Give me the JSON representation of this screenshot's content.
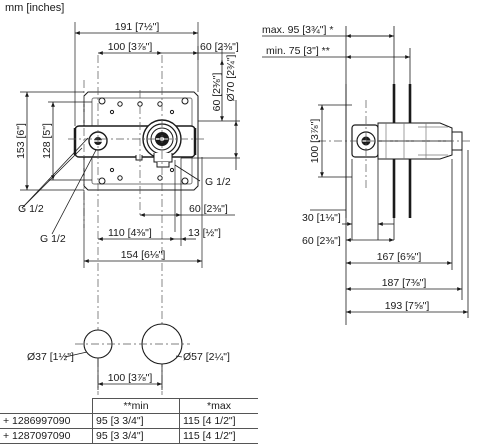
{
  "units": "mm [inches]",
  "dims": {
    "d191": "191 [7½\"]",
    "d100_top": "100 [3⅞\"]",
    "d60_top": "60 [2⅜\"]",
    "d60_vert": "60 [2⅜\"]",
    "d70_diam": "Ø70 [2¾\"]",
    "d153": "153 [6\"]",
    "d128": "128 [5\"]",
    "g12_right": "G 1/2",
    "g12_left_a": "G 1/2",
    "g12_left_b": "G 1/2",
    "d60_lower": "60 [2⅜\"]",
    "d110": "110 [4⅜\"]",
    "d13": "13 [½\"]",
    "d154": "154 [6⅛\"]",
    "d37_diam": "Ø37 [1½\"]",
    "d57_diam": "Ø57 [2¼\"]",
    "d100_bottom": "100 [3⅞\"]",
    "max95": "max. 95 [3¾\"] *",
    "min75": "min. 75 [3\"] **",
    "d100_side": "100 [3⅞\"]",
    "d30_side": "30 [1⅛\"]",
    "d60_side": "60 [2⅜\"]",
    "d167": "167 [6⅝\"]",
    "d187": "187 [7⅜\"]",
    "d193": "193 [7⅝\"]"
  },
  "table": {
    "header": [
      "",
      "**min",
      "*max"
    ],
    "rows": [
      [
        "+ 1286997090",
        "95 [3 3/4\"]",
        "115 [4 1/2\"]"
      ],
      [
        "+ 1287097090",
        "95 [3 3/4\"]",
        "115 [4 1/2\"]"
      ]
    ]
  }
}
